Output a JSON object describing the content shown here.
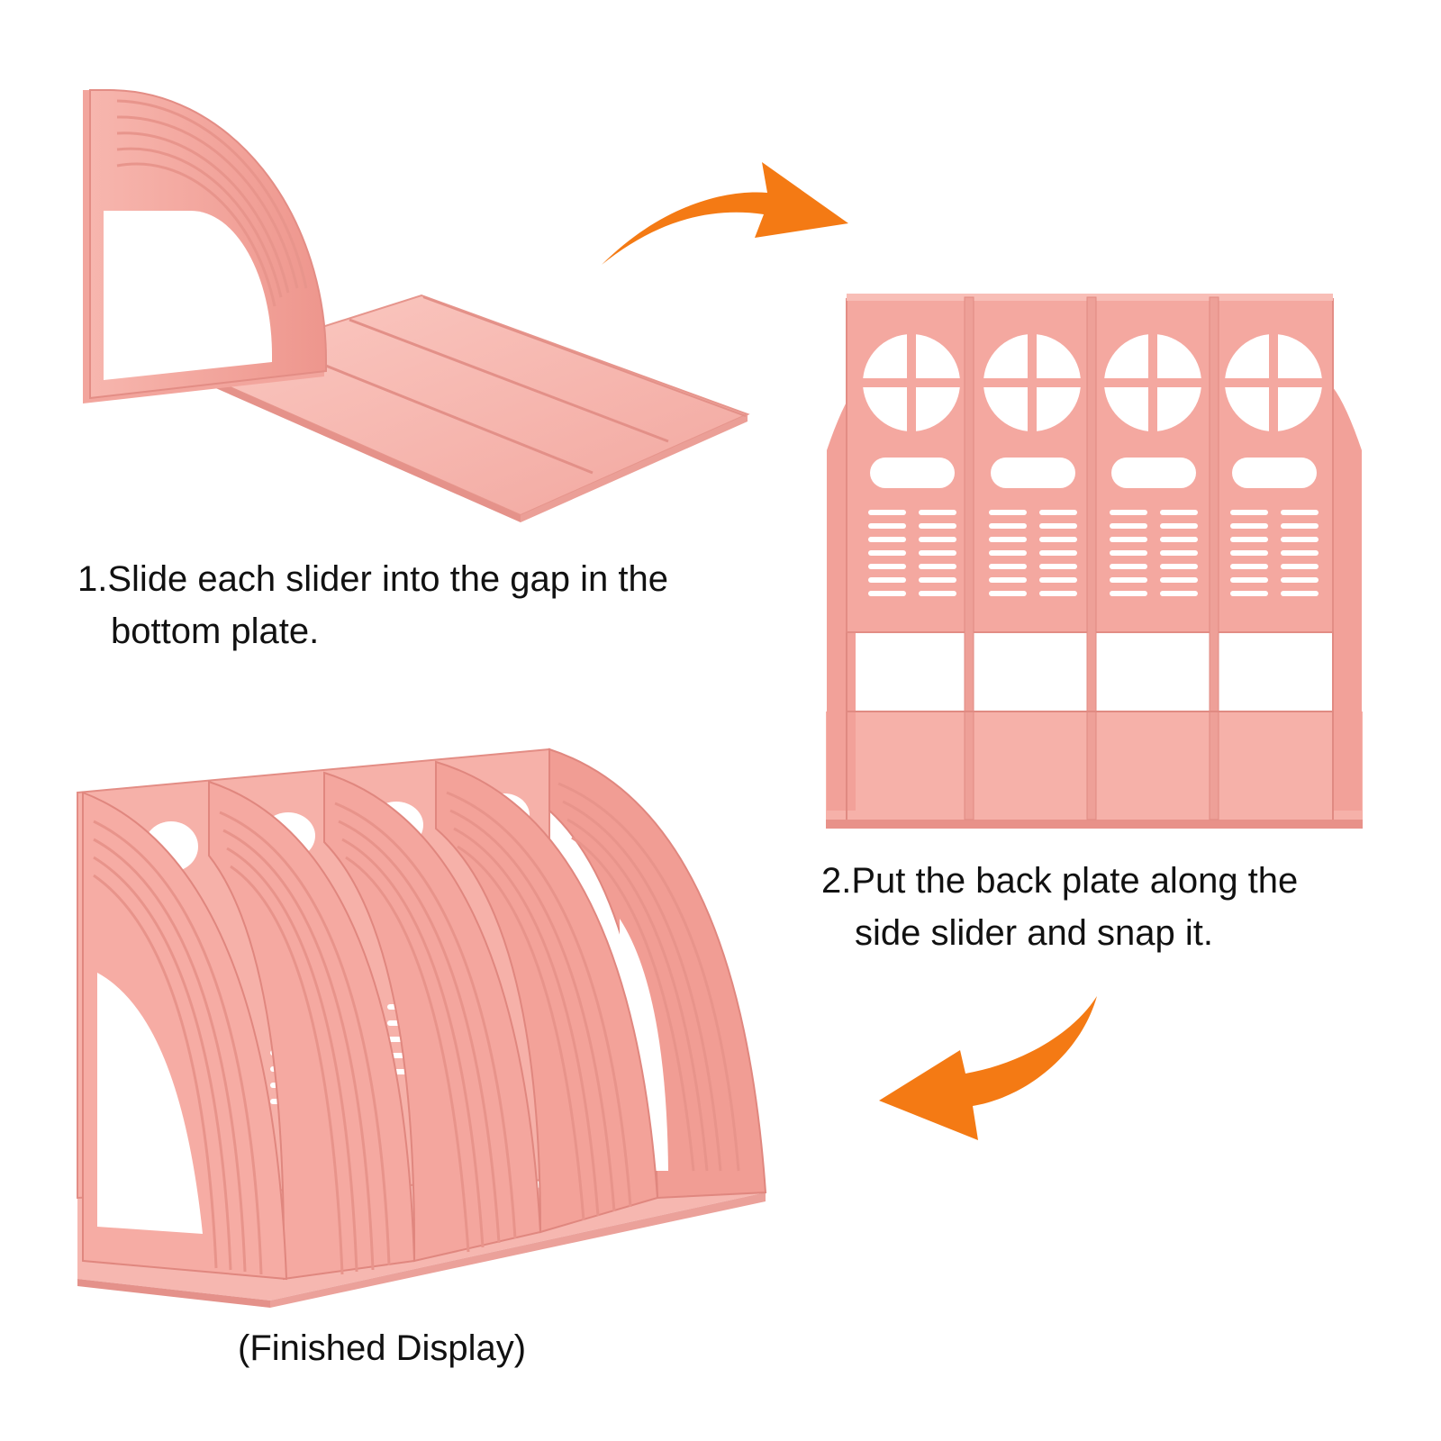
{
  "steps": [
    {
      "number": "1.",
      "line1": "Slide each slider into the gap in the",
      "line2": "bottom plate."
    },
    {
      "number": "2.",
      "line1": "Put the back plate along the",
      "line2": "side slider and snap it."
    }
  ],
  "finished_label": "(Finished Display)",
  "colors": {
    "product_pink": "#f4a8a0",
    "product_pink_dark": "#e88c84",
    "product_pink_light": "#fbc4bd",
    "arrow_orange": "#f47a14",
    "background": "#ffffff",
    "text": "#111111"
  },
  "icons": [
    "curved-arrow-right-icon",
    "curved-arrow-left-icon"
  ]
}
